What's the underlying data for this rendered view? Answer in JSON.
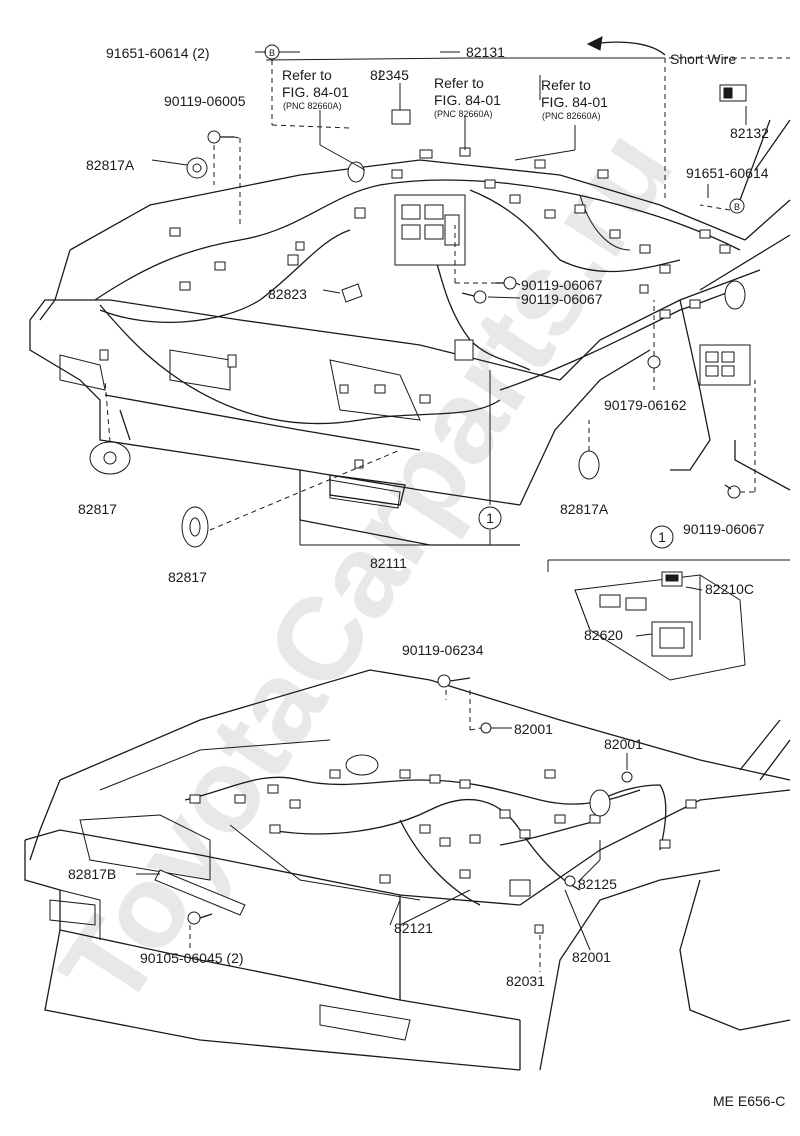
{
  "watermark": "ToyotaCarparts.ru",
  "figure_code": "ME E656-C",
  "refer_notes": [
    {
      "line1": "Refer to",
      "line2": "FIG. 84-01",
      "line3": "(PNC 82660A)"
    },
    {
      "line1": "Refer to",
      "line2": "FIG. 84-01",
      "line3": "(PNC 82660A)"
    },
    {
      "line1": "Refer to",
      "line2": "FIG. 84-01",
      "line3": "(PNC 82660A)"
    }
  ],
  "short_wire": "Short Wire",
  "callout_marker": "B",
  "detail_marker": "1",
  "part_labels": {
    "p91651_2": "91651-60614 (2)",
    "p82131": "82131",
    "p82345": "82345",
    "p90119_06005": "90119-06005",
    "p82817A_top": "82817A",
    "p82132": "82132",
    "p91651_right": "91651-60614",
    "p82823": "82823",
    "p90119_06067a": "90119-06067",
    "p90119_06067b": "90119-06067",
    "p90179": "90179-06162",
    "p82817_left": "82817",
    "p82817A_bottom": "82817A",
    "p90119_06067c": "90119-06067",
    "p82817_bottom": "82817",
    "p82111": "82111",
    "p82210C": "82210C",
    "p82620": "82620",
    "p90119_06234": "90119-06234",
    "p82001a": "82001",
    "p82001b": "82001",
    "p82817B": "82817B",
    "p82125": "82125",
    "p90105": "90105-06045 (2)",
    "p82121": "82121",
    "p82001c": "82001",
    "p82031": "82031"
  }
}
